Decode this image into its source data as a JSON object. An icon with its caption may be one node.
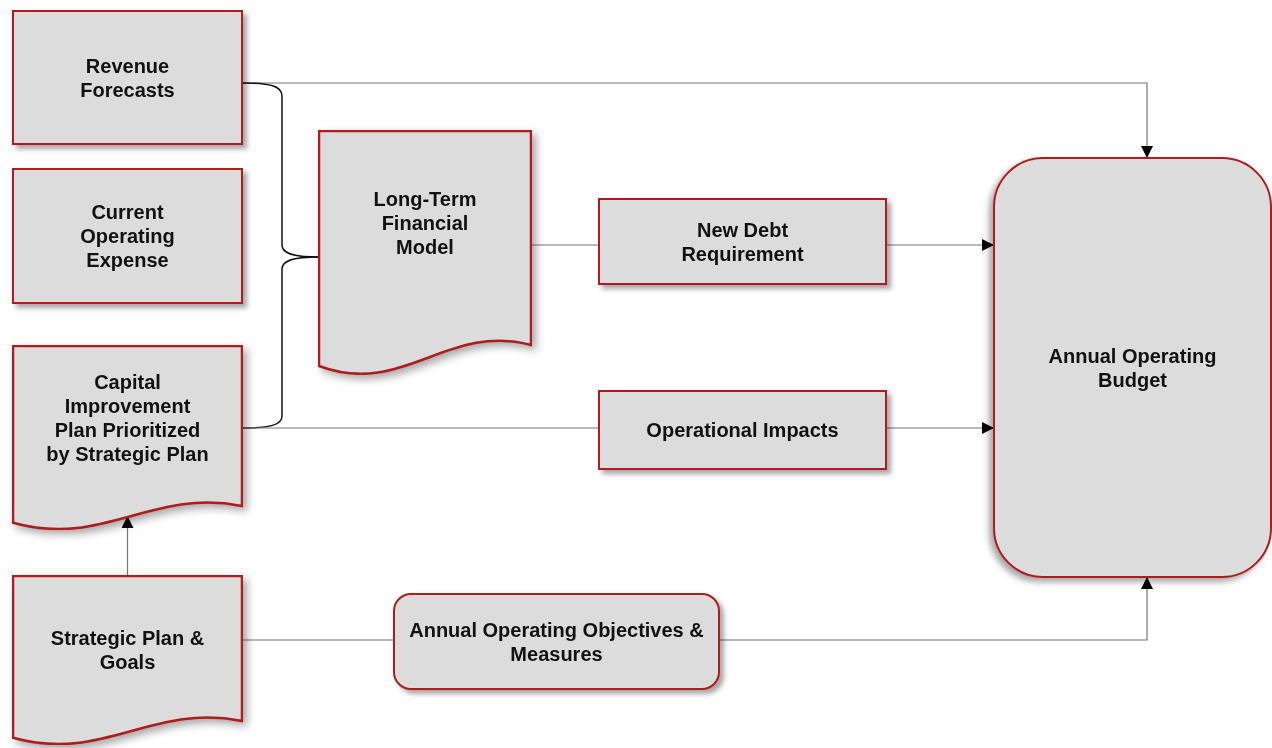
{
  "diagram": {
    "nodes": [
      {
        "text": [
          "Revenue Forecasts"
        ]
      },
      {
        "text": [
          "Current Operating Expense"
        ]
      },
      {
        "text": [
          "Capital Improvement Plan Prioritized by Strategic Plan"
        ]
      },
      {
        "text": [
          "Strategic Plan & Goals"
        ]
      },
      {
        "text": [
          "Long-Term Financial Model"
        ]
      },
      {
        "text": [
          "New Debt Requirement"
        ]
      },
      {
        "text": [
          "Operational Impacts"
        ]
      },
      {
        "text": [
          "Annual Operating Objectives & Measures"
        ]
      },
      {
        "text": [
          "Annual Operating Budget"
        ]
      }
    ],
    "edges": [
      {
        "from": 0,
        "to": 8,
        "arrow": "to"
      },
      {
        "from": 0,
        "to": 4,
        "arrow": "none",
        "color": "#111111"
      },
      {
        "from": 2,
        "to": 4,
        "arrow": "none",
        "color": "#111111"
      },
      {
        "from": 4,
        "to": 5,
        "arrow": "none"
      },
      {
        "from": 5,
        "to": 8,
        "arrow": "to"
      },
      {
        "from": 2,
        "to": 6,
        "arrow": "none"
      },
      {
        "from": 6,
        "to": 8,
        "arrow": "to"
      },
      {
        "from": 3,
        "to": 2,
        "arrow": "to"
      },
      {
        "from": 3,
        "to": 7,
        "arrow": "none"
      },
      {
        "from": 7,
        "to": 8,
        "arrow": "to"
      }
    ]
  }
}
